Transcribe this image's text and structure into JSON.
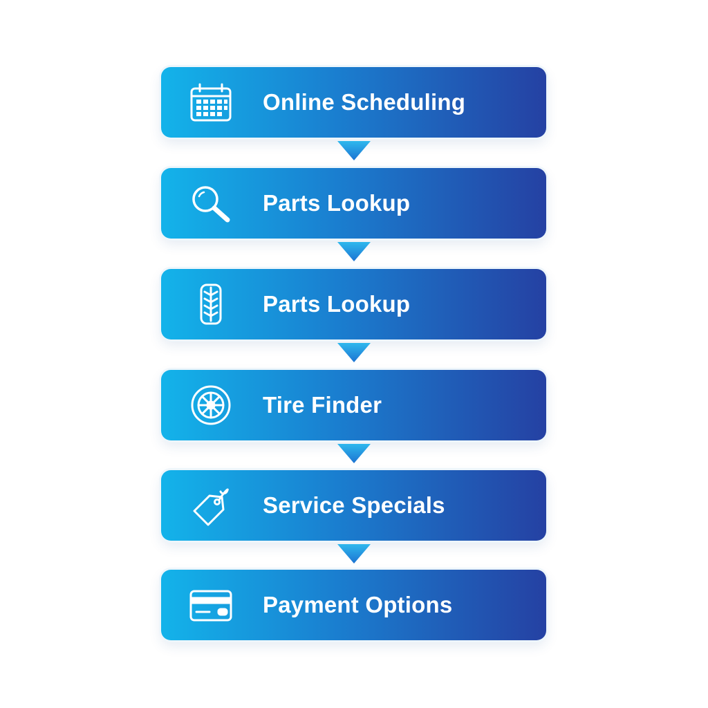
{
  "steps": [
    {
      "label": "Online Scheduling",
      "icon": "calendar-icon"
    },
    {
      "label": "Parts Lookup",
      "icon": "search-icon"
    },
    {
      "label": "Parts Lookup",
      "icon": "tire-tread-icon"
    },
    {
      "label": "Tire Finder",
      "icon": "wheel-icon"
    },
    {
      "label": "Service Specials",
      "icon": "price-tag-icon"
    },
    {
      "label": "Payment Options",
      "icon": "credit-card-icon"
    }
  ],
  "colors": {
    "gradient_start": "#13b3ea",
    "gradient_end": "#2541a3",
    "arrow_top": "#2fb8ee",
    "arrow_bottom": "#1c73d2",
    "text": "#ffffff"
  }
}
